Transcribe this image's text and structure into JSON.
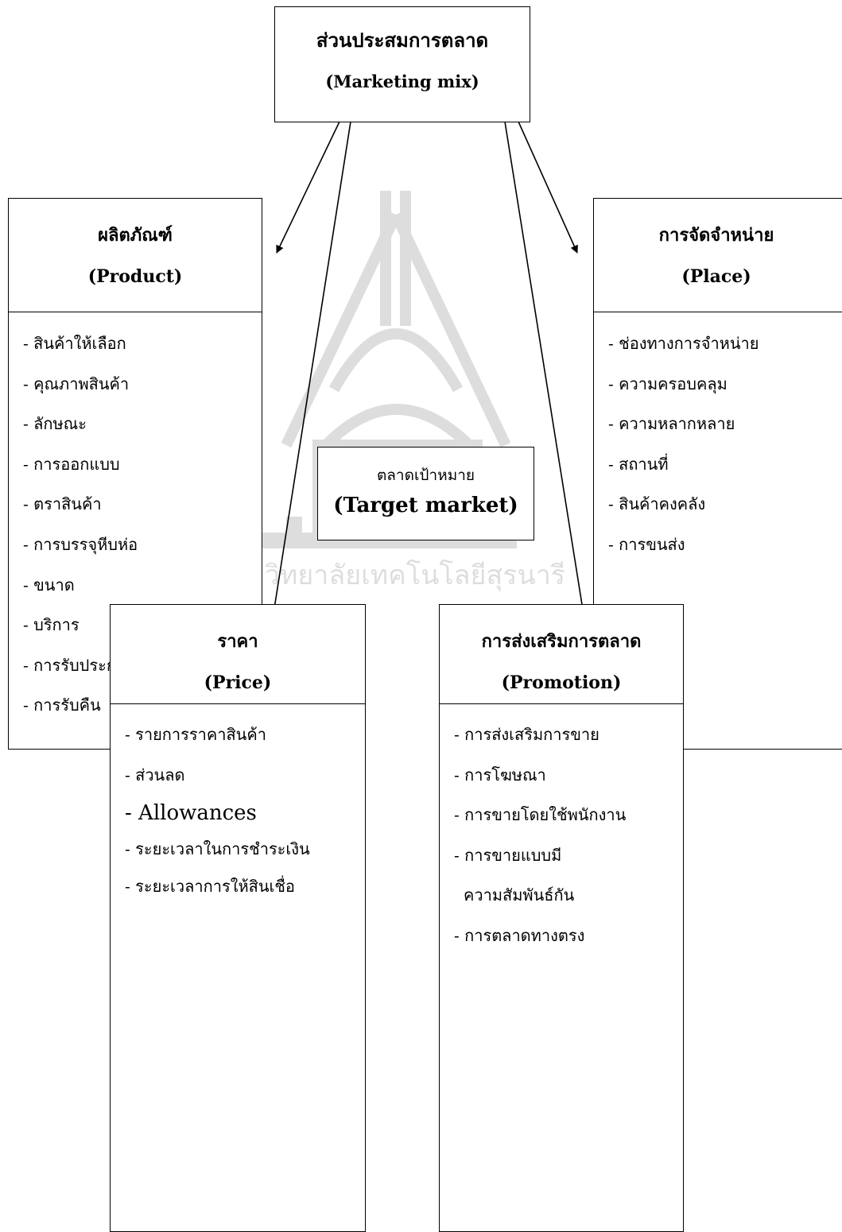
{
  "center": {
    "title_th": "ส่วนประสมการตลาด",
    "title_en": "(Marketing mix)"
  },
  "target": {
    "title_th": "ตลาดเป้าหมาย",
    "title_en": "(Target market)"
  },
  "product": {
    "title_th": "ผลิตภัณฑ์",
    "title_en": "(Product)",
    "items": [
      "- สินค้าให้เลือก",
      "- คุณภาพสินค้า",
      "- ลักษณะ",
      "- การออกแบบ",
      "- ตราสินค้า",
      "- การบรรจุหีบห่อ",
      "- ขนาด",
      "- บริการ",
      "- การรับประกัน",
      "- การรับคืน"
    ]
  },
  "place": {
    "title_th": "การจัดจำหน่าย",
    "title_en": "(Place)",
    "items": [
      "- ช่องทางการจำหน่าย",
      "- ความครอบคลุม",
      "- ความหลากหลาย",
      "- สถานที่",
      "- สินค้าคงคลัง",
      "- การขนส่ง"
    ]
  },
  "price": {
    "title_th": "ราคา",
    "title_en": "(Price)",
    "items": [
      "- รายการราคาสินค้า",
      "- ส่วนลด",
      "- Allowances",
      "- ระยะเวลาในการชำระเงิน",
      "- ระยะเวลาการให้สินเชื่อ"
    ]
  },
  "promotion": {
    "title_th": "การส่งเสริมการตลาด",
    "title_en": "(Promotion)",
    "items": [
      "- การส่งเสริมการขาย",
      "- การโฆษณา",
      "- การขายโดยใช้พนักงาน",
      "- การขายแบบมี",
      "ความสัมพันธ์กัน",
      "- การตลาดทางตรง"
    ]
  },
  "watermark": {
    "text": "มหาวิทยาลัยเทคโนโลยีสุรนารี"
  }
}
